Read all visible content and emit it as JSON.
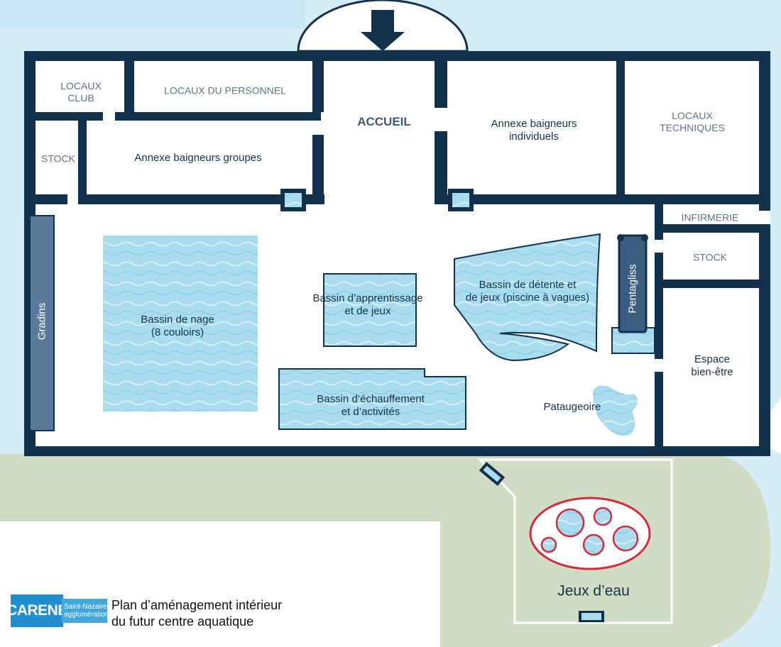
{
  "labels": {
    "locaux_club": "LOCAUX\nCLUB",
    "locaux_personnel": "LOCAUX DU PERSONNEL",
    "accueil": "ACCUEIL",
    "annexe_individuels": "Annexe baigneurs\nindividuels",
    "locaux_techniques": "LOCAUX TECHNIQUES",
    "stock_left": "STOCK",
    "annexe_groupes": "Annexe baigneurs groupes",
    "infirmerie": "INFIRMERIE",
    "stock_right": "STOCK",
    "gradins": "Gradins",
    "bassin_nage": "Bassin de nage\n(8 couloirs)",
    "bassin_apprentissage": "Bassin d’apprentissage\net de jeux",
    "bassin_detente": "Bassin de détente et\nde jeux (piscine à vagues)",
    "pentagliss": "Pentagliss",
    "espace_bien_etre": "Espace\nbien-être",
    "bassin_echauffement": "Bassin d’échauffement\net d’activités",
    "pataugeoire": "Pataugeoire",
    "jeux_eau": "Jeux d’eau"
  },
  "logo": {
    "main": "CARENE",
    "sub_line1": "Saint-Nazaire",
    "sub_line2": "agglomération"
  },
  "caption": {
    "line1": "Plan d’aménagement intérieur",
    "line2": "du futur centre aquatique"
  },
  "colors": {
    "wall": "#12314d",
    "water": "#a9dcef",
    "water_dark": "#7fc5e2",
    "sky_bg": "#d6edf7",
    "ground": "#d0dcc3",
    "gradins": "#597b99",
    "jeux_ring": "#d42b3a",
    "logo_blue": "#1f8fcf"
  }
}
